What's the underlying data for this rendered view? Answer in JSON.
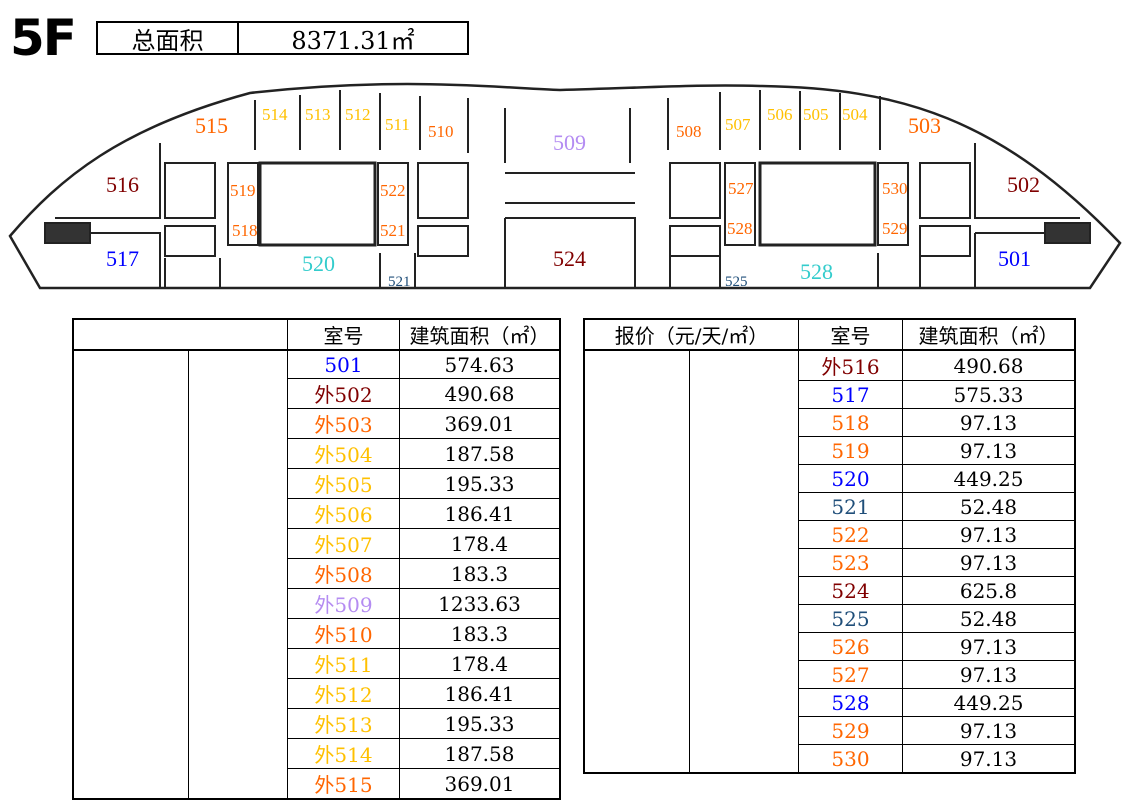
{
  "floor": "5F",
  "summary": {
    "label": "总面积",
    "value": "8371.31㎡"
  },
  "colors": {
    "blue": "#0000ff",
    "darkred": "#800000",
    "orange": "#ff6600",
    "gold": "#ffc000",
    "purple": "#b48cf2",
    "navy": "#1f4e79",
    "cyan": "#33cccc"
  },
  "plan_labels": {
    "r501": "501",
    "r502": "502",
    "r503": "503",
    "r504": "504",
    "r505": "505",
    "r506": "506",
    "r507": "507",
    "r508": "508",
    "r509": "509",
    "r510": "510",
    "r511": "511",
    "r512": "512",
    "r513": "513",
    "r514": "514",
    "r515": "515",
    "r516": "516",
    "r517": "517",
    "r518": "518",
    "r519": "519",
    "r520": "520",
    "r521": "521",
    "r521b": "521",
    "r522": "522",
    "r524": "524",
    "r525": "525",
    "r527": "527",
    "r528": "528",
    "r528b": "528",
    "r529": "529",
    "r530": "530"
  },
  "table_left": {
    "headers": [
      "",
      "",
      "室号",
      "建筑面积（㎡）"
    ],
    "rows": [
      {
        "room": "501",
        "area": "574.63",
        "color": "#0000ff"
      },
      {
        "room": "外502",
        "area": "490.68",
        "color": "#800000"
      },
      {
        "room": "外503",
        "area": "369.01",
        "color": "#ff6600"
      },
      {
        "room": "外504",
        "area": "187.58",
        "color": "#ffc000"
      },
      {
        "room": "外505",
        "area": "195.33",
        "color": "#ffc000"
      },
      {
        "room": "外506",
        "area": "186.41",
        "color": "#ffc000"
      },
      {
        "room": "外507",
        "area": "178.4",
        "color": "#ffc000"
      },
      {
        "room": "外508",
        "area": "183.3",
        "color": "#ff6600"
      },
      {
        "room": "外509",
        "area": "1233.63",
        "color": "#b48cf2"
      },
      {
        "room": "外510",
        "area": "183.3",
        "color": "#ff6600"
      },
      {
        "room": "外511",
        "area": "178.4",
        "color": "#ffc000"
      },
      {
        "room": "外512",
        "area": "186.41",
        "color": "#ffc000"
      },
      {
        "room": "外513",
        "area": "195.33",
        "color": "#ffc000"
      },
      {
        "room": "外514",
        "area": "187.58",
        "color": "#ffc000"
      },
      {
        "room": "外515",
        "area": "369.01",
        "color": "#ff6600"
      }
    ]
  },
  "table_right": {
    "headers": [
      "报价（元/天/㎡）",
      "室号",
      "建筑面积（㎡）"
    ],
    "rows": [
      {
        "room": "外516",
        "area": "490.68",
        "color": "#800000"
      },
      {
        "room": "517",
        "area": "575.33",
        "color": "#0000ff"
      },
      {
        "room": "518",
        "area": "97.13",
        "color": "#ff6600"
      },
      {
        "room": "519",
        "area": "97.13",
        "color": "#ff6600"
      },
      {
        "room": "520",
        "area": "449.25",
        "color": "#0000ff"
      },
      {
        "room": "521",
        "area": "52.48",
        "color": "#1f4e79"
      },
      {
        "room": "522",
        "area": "97.13",
        "color": "#ff6600"
      },
      {
        "room": "523",
        "area": "97.13",
        "color": "#ff6600"
      },
      {
        "room": "524",
        "area": "625.8",
        "color": "#800000"
      },
      {
        "room": "525",
        "area": "52.48",
        "color": "#1f4e79"
      },
      {
        "room": "526",
        "area": "97.13",
        "color": "#ff6600"
      },
      {
        "room": "527",
        "area": "97.13",
        "color": "#ff6600"
      },
      {
        "room": "528",
        "area": "449.25",
        "color": "#0000ff"
      },
      {
        "room": "529",
        "area": "97.13",
        "color": "#ff6600"
      },
      {
        "room": "530",
        "area": "97.13",
        "color": "#ff6600"
      }
    ]
  }
}
